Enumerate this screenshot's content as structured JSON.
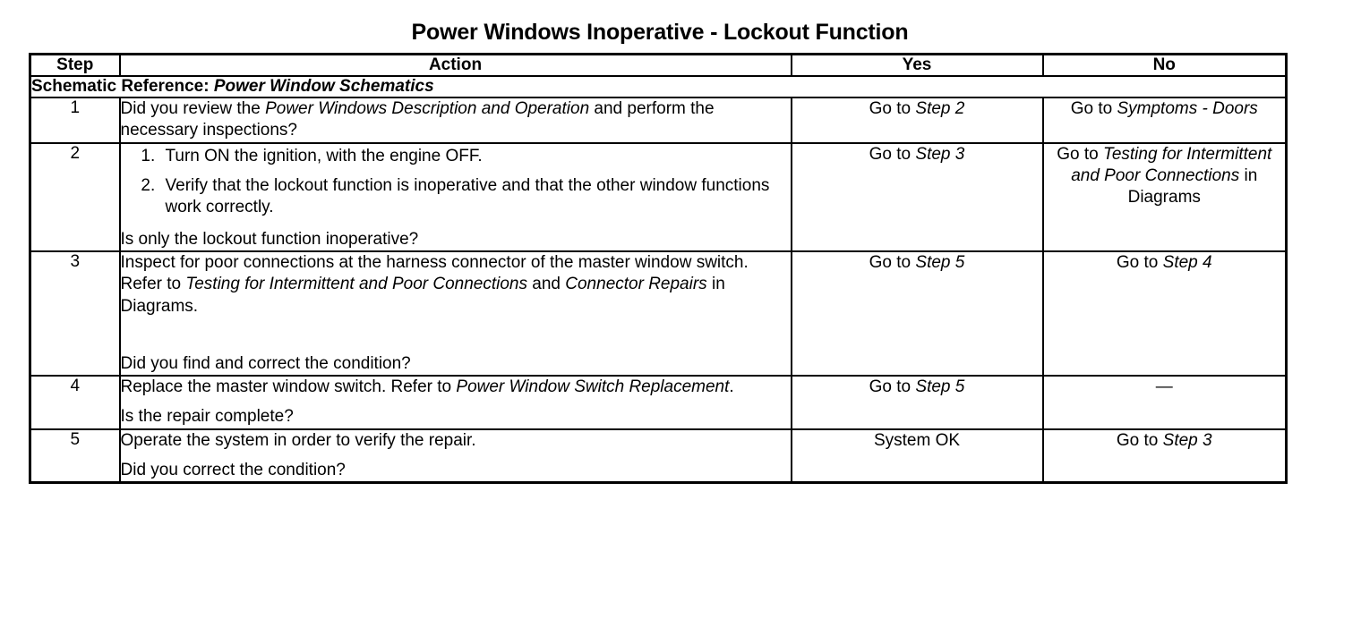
{
  "document": {
    "title": "Power Windows Inoperative - Lockout Function"
  },
  "table": {
    "headers": {
      "step": "Step",
      "action": "Action",
      "yes": "Yes",
      "no": "No"
    },
    "schematic_reference": {
      "label": "Schematic Reference:",
      "value": "Power Window Schematics"
    },
    "rows": [
      {
        "step": "1",
        "action": {
          "text_1": "Did you review the ",
          "italic_1": "Power Windows Description and Operation",
          "text_2": " and perform the necessary inspections?"
        },
        "yes": {
          "text_1": "Go to ",
          "italic_1": "Step 2"
        },
        "no": {
          "text_1": "Go to ",
          "italic_1": "Symptoms - Doors"
        }
      },
      {
        "step": "2",
        "action": {
          "substeps": [
            "Turn ON the ignition, with the engine OFF.",
            "Verify that the lockout function is inoperative and that the other window functions work correctly."
          ],
          "question": "Is only the lockout function inoperative?"
        },
        "yes": {
          "text_1": "Go to ",
          "italic_1": "Step 3"
        },
        "no": {
          "text_1": "Go to ",
          "italic_1": "Testing for Intermittent and Poor Connections",
          "text_2": " in Diagrams"
        }
      },
      {
        "step": "3",
        "action": {
          "text_1": "Inspect for poor connections at the harness connector of the master window switch. Refer to ",
          "italic_1": "Testing for Intermittent and Poor Connections",
          "text_2": " and ",
          "italic_2": "Connector Repairs",
          "text_3": " in Diagrams.",
          "question": "Did you find and correct the condition?"
        },
        "yes": {
          "text_1": "Go to ",
          "italic_1": "Step 5"
        },
        "no": {
          "text_1": "Go to ",
          "italic_1": "Step 4"
        }
      },
      {
        "step": "4",
        "action": {
          "text_1": "Replace the master window switch. Refer to ",
          "italic_1": "Power Window Switch Replacement",
          "text_2": ".",
          "question": "Is the repair complete?"
        },
        "yes": {
          "text_1": "Go to ",
          "italic_1": "Step 5"
        },
        "no": {
          "text_1": "—"
        }
      },
      {
        "step": "5",
        "action": {
          "text_1": "Operate the system in order to verify the repair.",
          "question": "Did you correct the condition?"
        },
        "yes": {
          "text_1": "System OK"
        },
        "no": {
          "text_1": "Go to ",
          "italic_1": "Step 3"
        }
      }
    ]
  }
}
